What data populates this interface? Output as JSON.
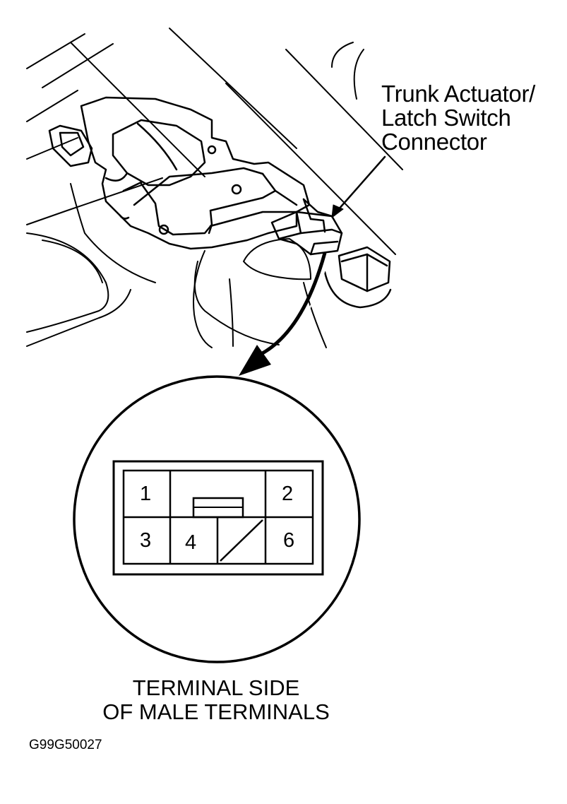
{
  "callout": {
    "line1": "Trunk Actuator/",
    "line2": "Latch Switch",
    "line3": "Connector"
  },
  "caption": {
    "line1": "TERMINAL SIDE",
    "line2": "OF MALE TERMINALS"
  },
  "connector": {
    "pins": {
      "p1": "1",
      "p2": "2",
      "p3": "3",
      "p4": "4",
      "p6": "6"
    }
  },
  "figure_id": "G99G50027"
}
